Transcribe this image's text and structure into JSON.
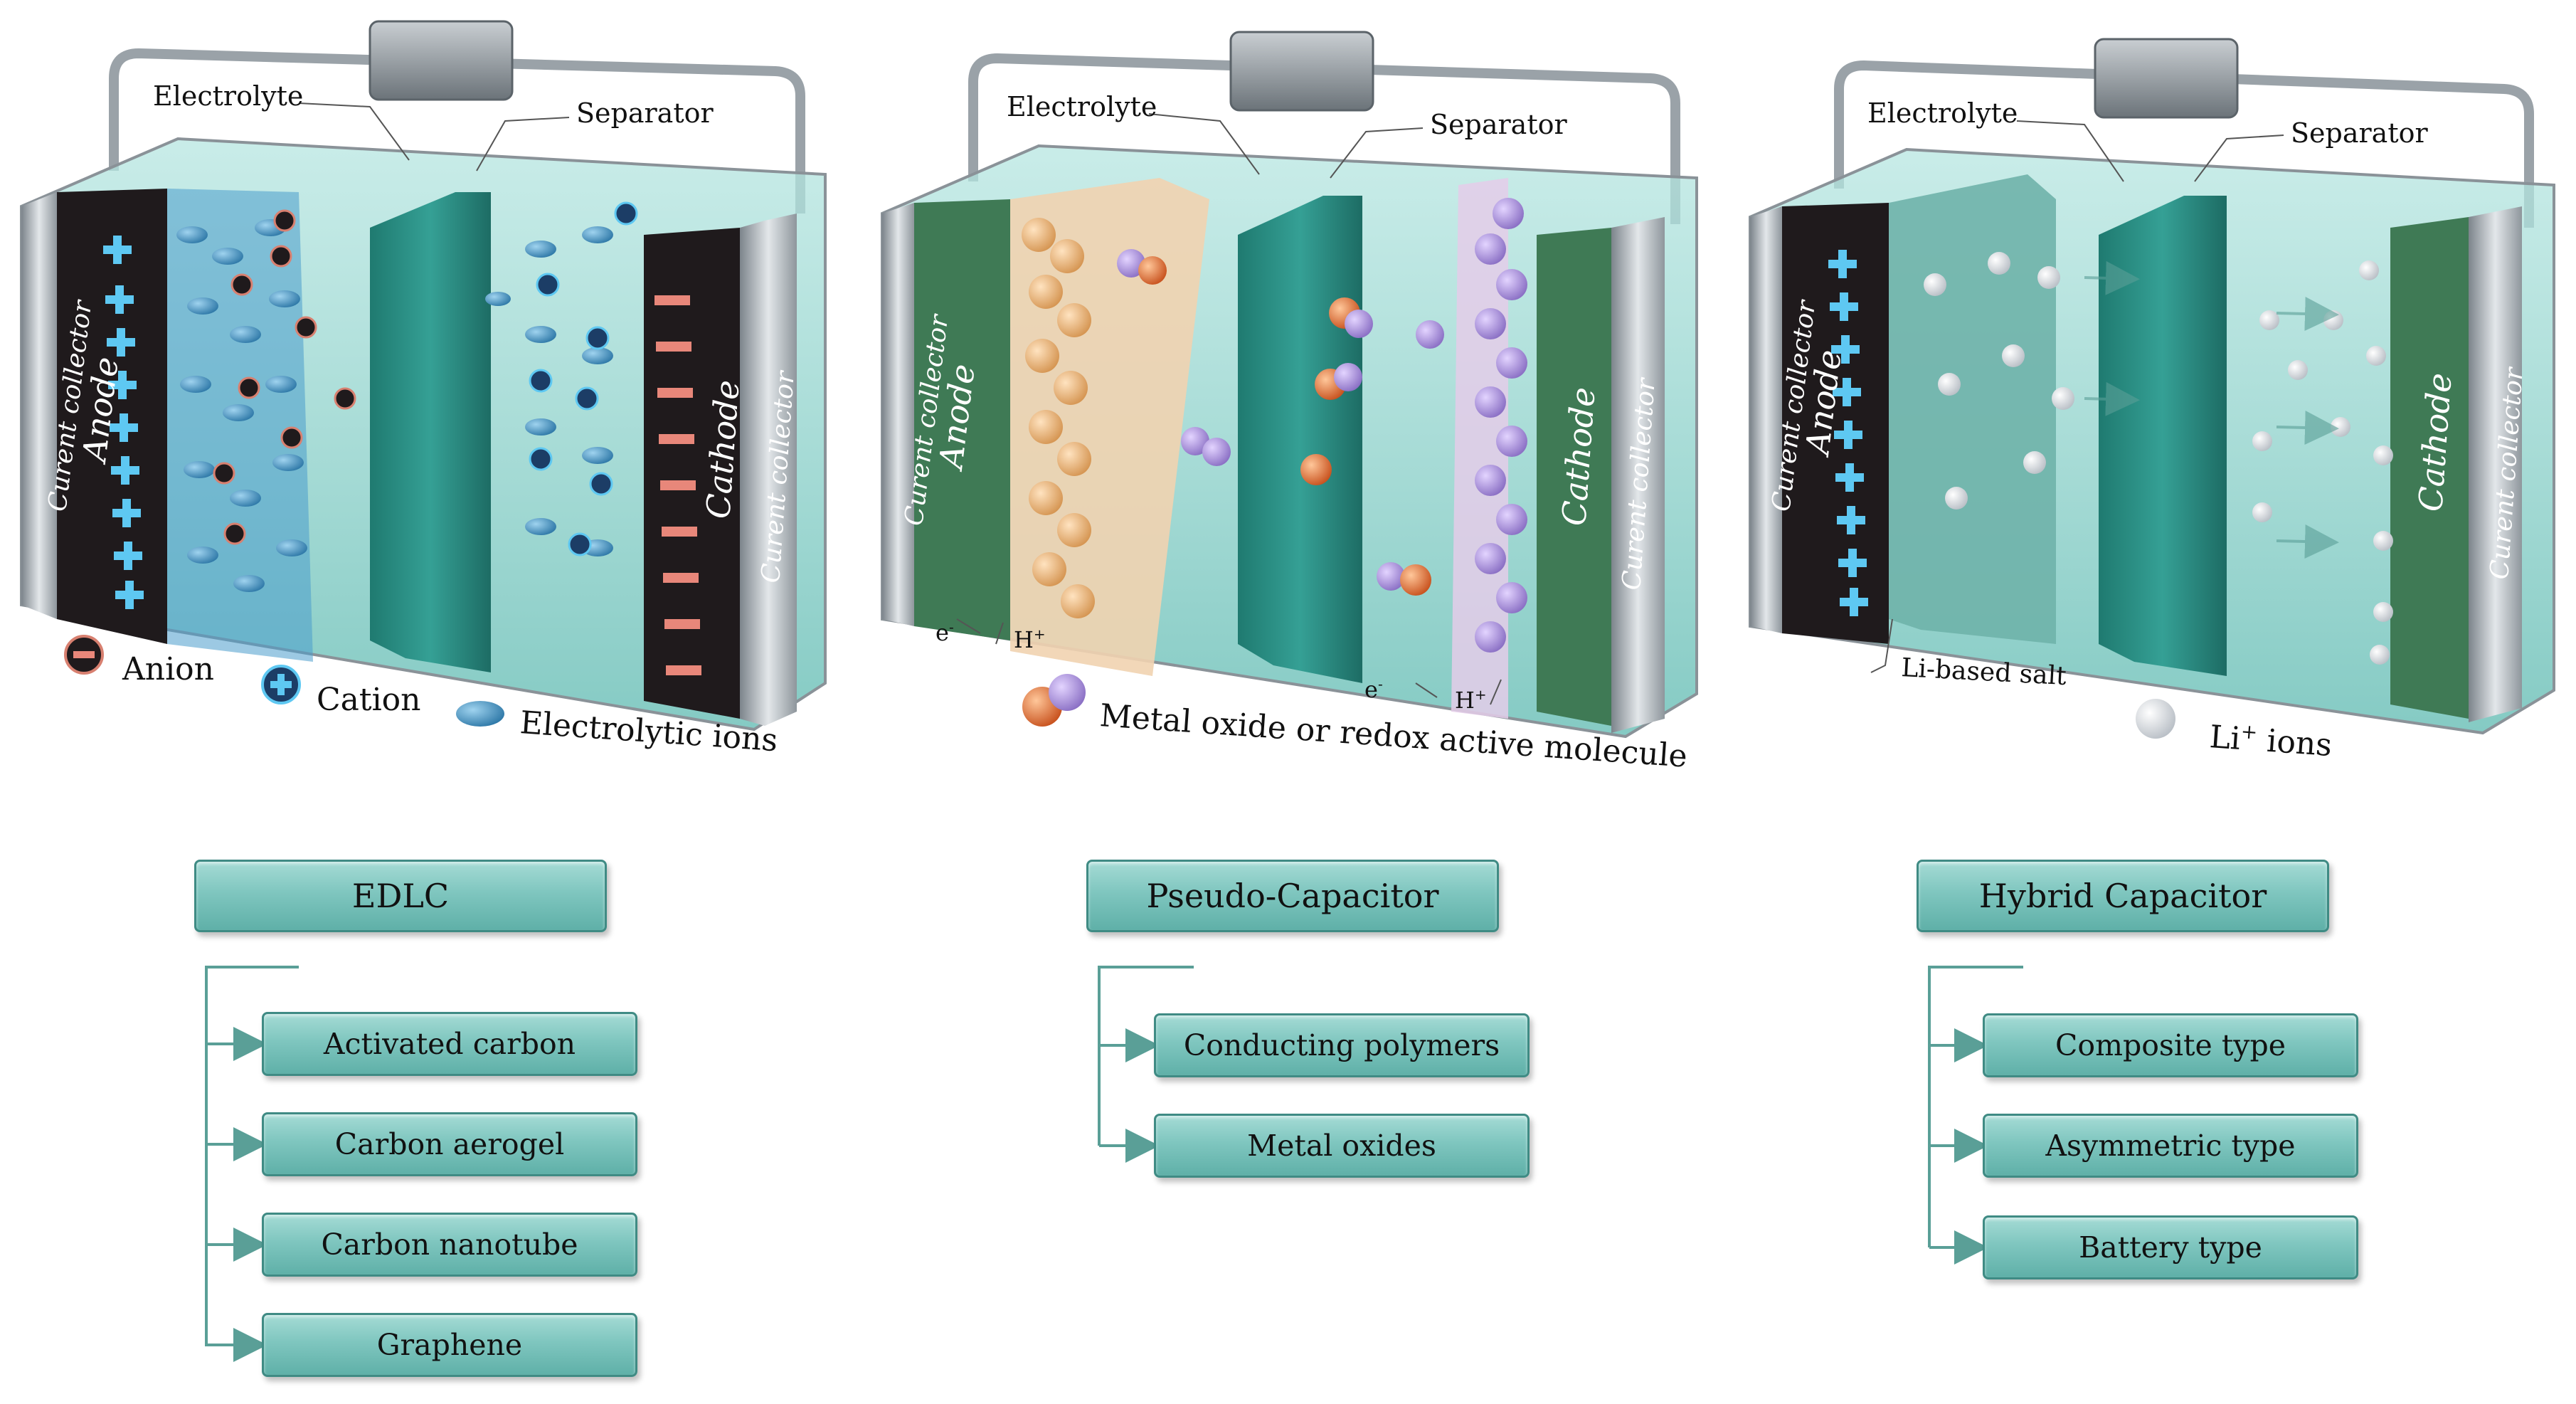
{
  "diagram": {
    "panels": [
      {
        "id": "edlc",
        "electrolyte_label": "Electrolyte",
        "separator_label": "Separator",
        "left_collector_label": "Curent collector",
        "left_electrode_label": "Anode",
        "right_electrode_label": "Cathode",
        "right_collector_label": "Curent collector",
        "legend": [
          {
            "label": "Anion"
          },
          {
            "label": "Cation"
          },
          {
            "label": "Electrolytic ions"
          }
        ]
      },
      {
        "id": "pseudo",
        "electrolyte_label": "Electrolyte",
        "separator_label": "Separator",
        "left_collector_label": "Curent collector",
        "left_electrode_label": "Anode",
        "right_electrode_label": "Cathode",
        "right_collector_label": "Curent collector",
        "charge_labels_left": {
          "electron": "e",
          "electron_sup": "-",
          "proton": "H",
          "proton_sup": "+"
        },
        "charge_labels_right": {
          "electron": "e",
          "electron_sup": "-",
          "proton": "H",
          "proton_sup": "+"
        },
        "legend": [
          {
            "label": "Metal oxide or redox active molecule"
          }
        ]
      },
      {
        "id": "hybrid",
        "electrolyte_label": "Electrolyte",
        "separator_label": "Separator",
        "left_collector_label": "Curent collector",
        "left_electrode_label": "Anode",
        "right_electrode_label": "Cathode",
        "right_collector_label": "Curent collector",
        "salt_label": "Li-based salt",
        "legend": [
          {
            "label": "Li",
            "sup": "+",
            "suffix": " ions"
          }
        ]
      }
    ],
    "categories": [
      {
        "title": "EDLC",
        "items": [
          "Activated carbon",
          "Carbon aerogel",
          "Carbon nanotube",
          "Graphene"
        ]
      },
      {
        "title": "Pseudo-Capacitor",
        "items": [
          "Conducting polymers",
          "Metal oxides"
        ]
      },
      {
        "title": "Hybrid Capacitor",
        "items": [
          "Composite type",
          "Asymmetric type",
          "Battery type"
        ]
      }
    ],
    "colors": {
      "electrolyte": "#8fd3cc",
      "separator": "#2a8c82",
      "carbon_electrode": "#1f1a1c",
      "green_electrode": "#3f7a55",
      "edlc_ion": "#4a9ccc",
      "cation_plus": "#5ec8f2",
      "anion_minus": "#e8877a",
      "casing_metal": "#a9b0b6",
      "pseudo_particle": "#e8b47a",
      "pseudo_particle_cathode": "#9a86c9",
      "box_fill": "#7fc6bf",
      "box_border": "#3f8b84",
      "connector": "#5a9f97"
    }
  }
}
